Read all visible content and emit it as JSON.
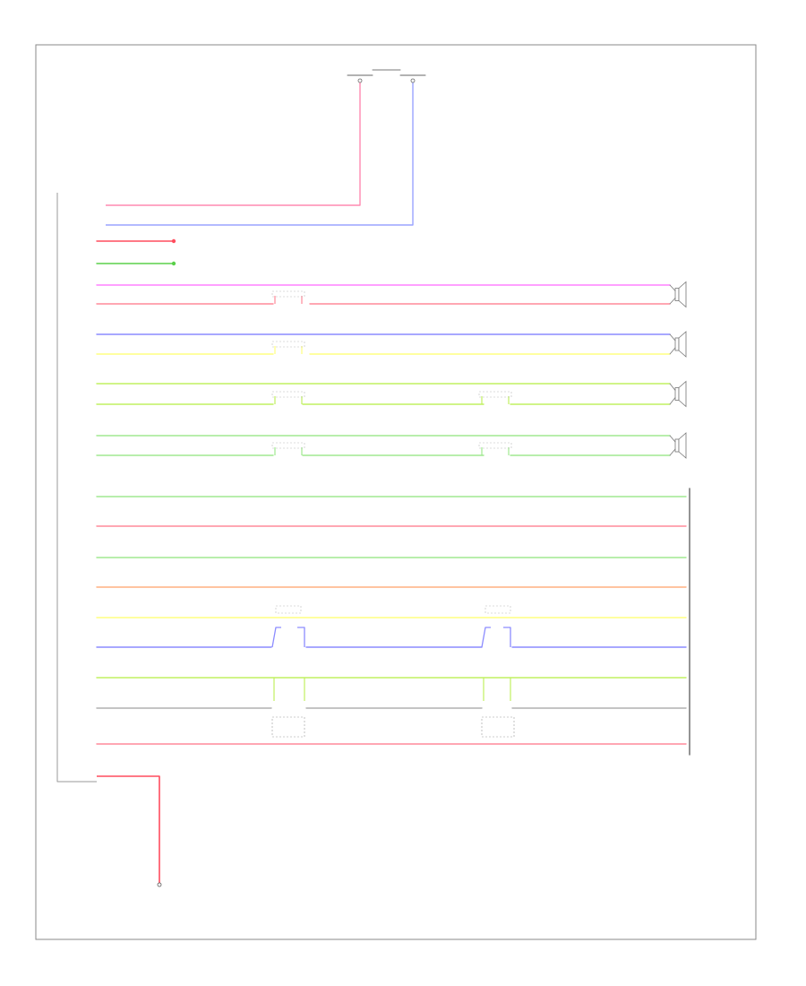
{
  "page_id": "",
  "header_note": "",
  "top_components": [
    {
      "key": "left",
      "label": "",
      "pin": "",
      "wire_note": "",
      "label_lines": []
    },
    {
      "key": "right",
      "label": "",
      "pin": "",
      "wire_note": "",
      "label_lines": []
    }
  ],
  "unit_label": "",
  "lower_group_label": "",
  "branch_labels": [],
  "bottom_ground": {
    "label_lines": [],
    "wire_note": ""
  },
  "colors": {
    "frame": "#888888",
    "pink": "#ff8ab0",
    "blue": "#9aa4ff",
    "red": "#ff4d5e",
    "green": "#5ad04a",
    "magenta": "#ff80ff",
    "salmon": "#ff8a9a",
    "violet": "#8c8cff",
    "yellow": "#ffff80",
    "lime": "#c0f060",
    "lightgreen": "#a0e890",
    "orange": "#ffb080",
    "gray": "#b0b0b0",
    "black": "#333333"
  },
  "wires": [
    {
      "code": "",
      "color_label": "",
      "right_label": "",
      "mid_label": "",
      "color": "pink"
    },
    {
      "code": "",
      "color_label": "",
      "right_label": "",
      "mid_label": "",
      "color": "blue"
    },
    {
      "code": "",
      "color_label": "",
      "right_label": "",
      "mid_label": "",
      "color": "red"
    },
    {
      "code": "",
      "color_label": "",
      "right_label": "",
      "mid_label": "",
      "color": "green"
    },
    {
      "code": "",
      "color_label": "",
      "right_label": "",
      "mid_label": "",
      "color": "magenta"
    },
    {
      "code": "",
      "color_label": "",
      "right_label": "",
      "mid_label": "",
      "color": "salmon"
    },
    {
      "code": "",
      "color_label": "",
      "right_label": "",
      "mid_label": "",
      "color": "violet"
    },
    {
      "code": "",
      "color_label": "",
      "right_label": "",
      "mid_label": "",
      "color": "yellow"
    },
    {
      "code": "",
      "color_label": "",
      "right_label": "",
      "mid_label": "",
      "color": "lime"
    },
    {
      "code": "",
      "color_label": "",
      "right_label": "",
      "mid_label": "",
      "color": "lime"
    },
    {
      "code": "",
      "color_label": "",
      "right_label": "",
      "mid_label": "",
      "color": "lightgreen"
    },
    {
      "code": "",
      "color_label": "",
      "right_label": "",
      "mid_label": "",
      "color": "lightgreen"
    },
    {
      "code": "",
      "color_label": "",
      "right_label": "",
      "mid_label": "",
      "color": "lightgreen"
    },
    {
      "code": "",
      "color_label": "",
      "right_label": "",
      "mid_label": "",
      "color": "salmon"
    },
    {
      "code": "",
      "color_label": "",
      "right_label": "",
      "mid_label": "",
      "color": "lightgreen"
    },
    {
      "code": "",
      "color_label": "",
      "right_label": "",
      "mid_label": "",
      "color": "orange"
    },
    {
      "code": "",
      "color_label": "",
      "right_label": "",
      "mid_label": "",
      "color": "yellow"
    },
    {
      "code": "",
      "color_label": "",
      "right_label": "",
      "mid_label": "",
      "color": "violet"
    },
    {
      "code": "",
      "color_label": "",
      "right_label": "",
      "mid_label": "",
      "color": "lime"
    },
    {
      "code": "",
      "color_label": "",
      "right_label": "",
      "mid_label": "",
      "color": "gray"
    },
    {
      "code": "",
      "color_label": "",
      "right_label": "",
      "mid_label": "",
      "color": "salmon"
    },
    {
      "code": "",
      "color_label": "",
      "right_label": "",
      "mid_label": "",
      "color": "red"
    }
  ],
  "speakers": [
    {
      "key": "front-right",
      "label_lines": []
    },
    {
      "key": "front-left",
      "label_lines": []
    },
    {
      "key": "rear-left",
      "label_lines": []
    },
    {
      "key": "rear-right",
      "label_lines": []
    }
  ],
  "connectors": []
}
